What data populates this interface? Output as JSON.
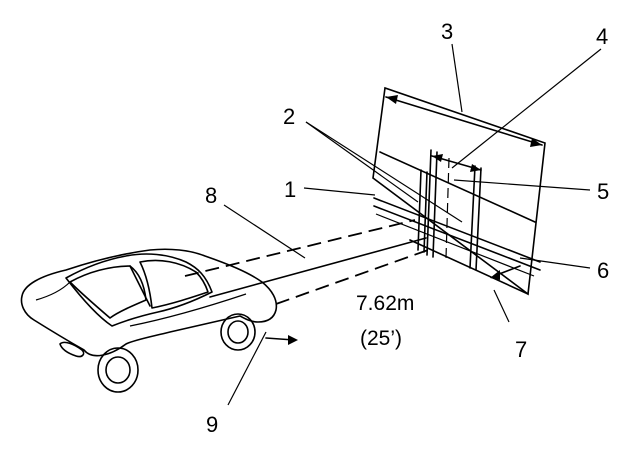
{
  "diagram": {
    "callouts": {
      "c1": "1",
      "c2": "2",
      "c3": "3",
      "c4": "4",
      "c5": "5",
      "c6": "6",
      "c7": "7",
      "c8": "8",
      "c9": "9"
    },
    "distance": {
      "metric": "7.62m",
      "imperial": "(25’)"
    }
  }
}
